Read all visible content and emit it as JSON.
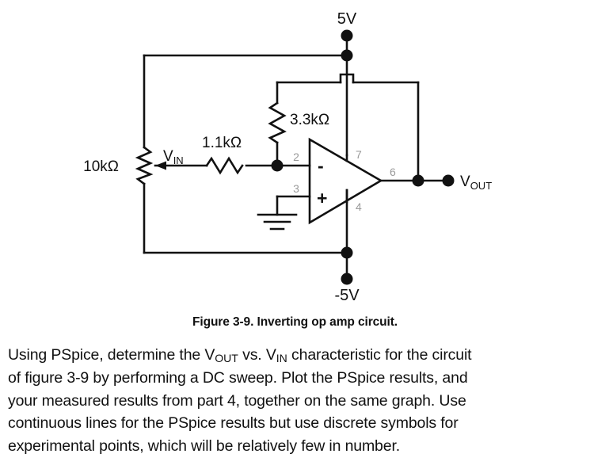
{
  "figure": {
    "caption": "Figure 3-9.  Inverting op amp circuit."
  },
  "circuit": {
    "title": "Inverting op amp circuit",
    "components": [
      {
        "name": "potentiometer",
        "label": "10kΩ",
        "value": "10kΩ",
        "kind": "variable-resistor"
      },
      {
        "name": "input-resistor",
        "label": "1.1kΩ",
        "value": "1.1kΩ",
        "kind": "resistor"
      },
      {
        "name": "feedback-resistor",
        "label": "3.3kΩ",
        "value": "3.3kΩ",
        "kind": "resistor"
      },
      {
        "name": "op-amp",
        "label": "",
        "value": "",
        "kind": "op-amp"
      }
    ],
    "rails": {
      "positive": "5V",
      "negative": "-5V"
    },
    "nodes": {
      "input": "V",
      "input_sub": "IN",
      "output": "V",
      "output_sub": "OUT"
    },
    "op_amp": {
      "inverting_sign": "-",
      "noninverting_sign": "+",
      "pins": {
        "inverting": "2",
        "noninverting": "3",
        "vpos": "7",
        "vneg": "4",
        "output": "6"
      }
    },
    "ground": {
      "label": ""
    },
    "colors": {
      "wire": "#111111",
      "label": "#111111",
      "pin": "#9a9a9a",
      "background": "#ffffff"
    }
  },
  "text": {
    "paragraph_lines": [
      "Using PSpice, determine the VOUT vs. VIN characteristic for the circuit",
      "of figure 3-9 by performing a DC sweep.  Plot the PSpice results, and",
      "your measured results from part 4, together on the same graph.  Use",
      "continuous lines for the PSpice results but use discrete symbols for",
      "experimental points, which will be relatively few in number."
    ],
    "line1_a": "Using PSpice, determine the V",
    "line1_sub1": "OUT",
    "line1_b": " vs. V",
    "line1_sub2": "IN",
    "line1_c": " characteristic for the circuit",
    "line2": "of figure 3-9 by performing a DC sweep.  Plot the PSpice results, and",
    "line3": "your measured results from part 4, together on the same graph.  Use",
    "line4": "continuous lines for the PSpice results but use discrete symbols for",
    "line5": "experimental points, which will be relatively few in number."
  }
}
